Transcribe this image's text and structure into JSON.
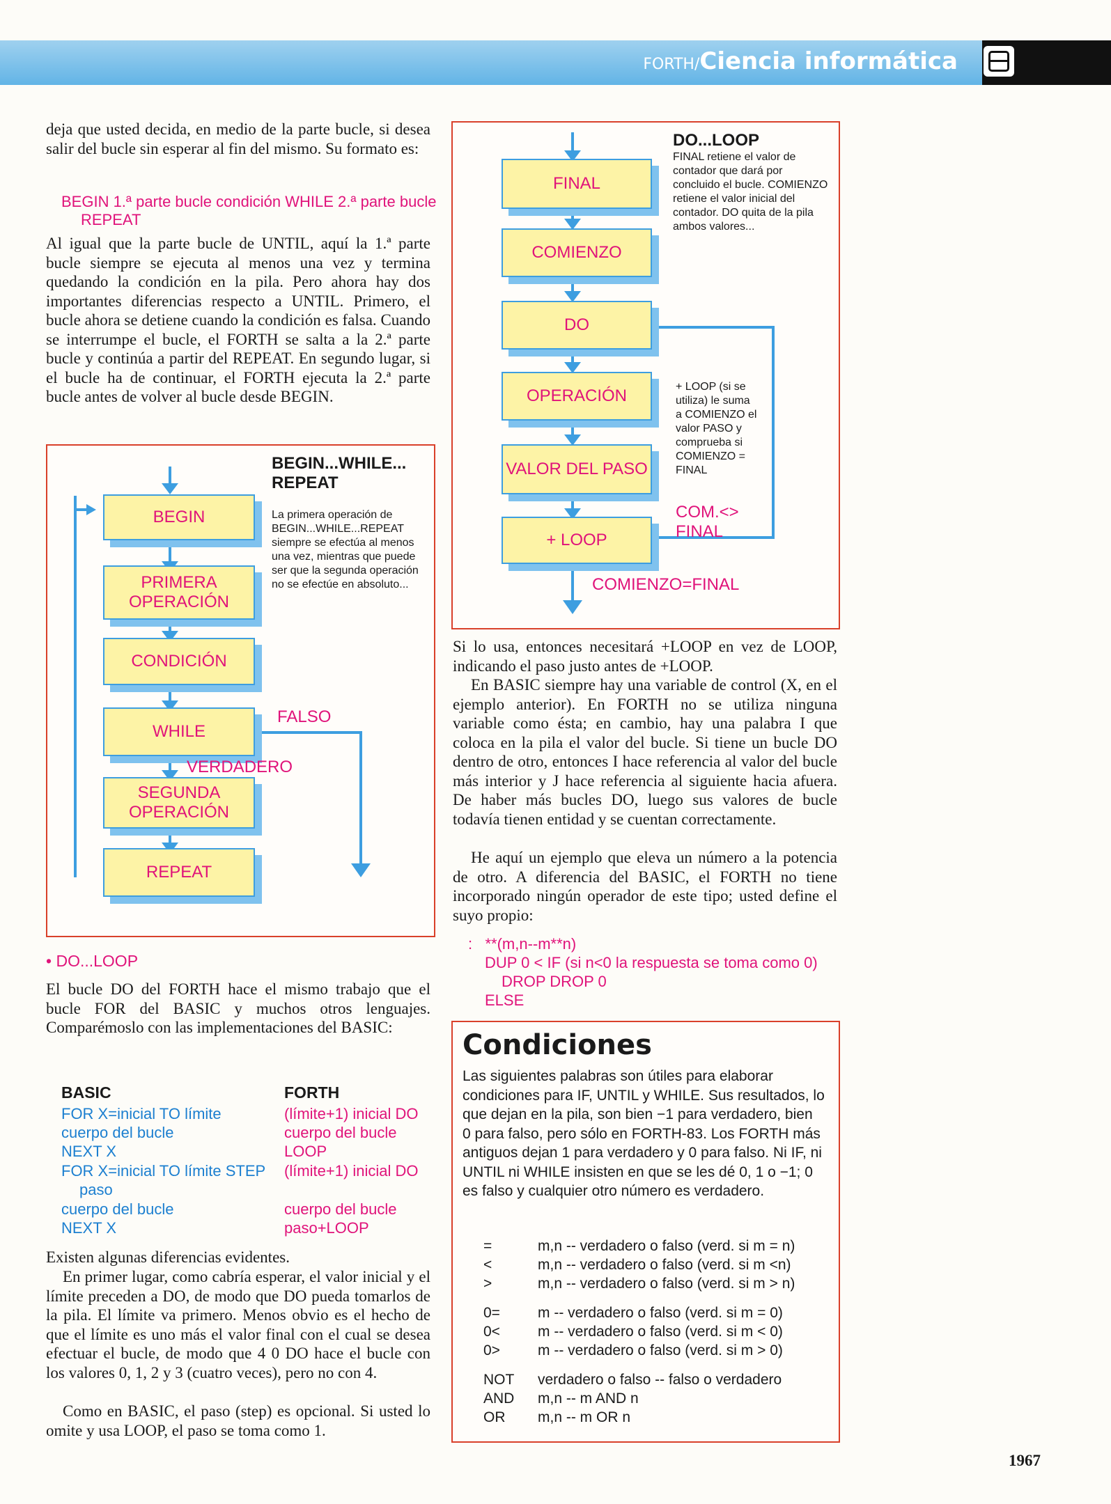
{
  "header": {
    "prefix": "FORTH/",
    "title": "Ciencia informática"
  },
  "left": {
    "intro_text": "deja que usted decida, en medio de la parte bucle, si desea salir del bucle sin esperar al fin del mismo. Su formato es:",
    "format_code": [
      "BEGIN 1.ª parte bucle condición WHILE 2.ª parte bucle",
      "REPEAT"
    ],
    "para_until": "Al igual que la parte bucle de UNTIL, aquí la 1.ª parte bucle siempre se ejecuta al menos una vez y termina quedando la condición en la pila. Pero ahora hay dos importantes diferencias respecto a UNTIL. Primero, el bucle ahora se detiene cuando la condición es falsa. Cuando se interrumpe el bucle, el FORTH se salta a la 2.ª parte bucle y continúa a partir del REPEAT. En segundo lugar, si el bucle ha de continuar, el FORTH ejecuta la 2.ª parte bucle antes de volver al bucle desde BEGIN.",
    "bullet": "DO...LOOP",
    "para_do": "El bucle DO del FORTH hace el mismo trabajo que el bucle FOR del BASIC y muchos otros lenguajes. Comparémoslo con las implementaciones del BASIC:",
    "table_headers": [
      "BASIC",
      "FORTH"
    ],
    "table_basic": [
      "FOR X=inicial TO límite",
      "cuerpo del bucle",
      "NEXT X",
      "FOR X=inicial TO límite STEP",
      "paso",
      "cuerpo del bucle",
      "NEXT X"
    ],
    "table_forth": [
      "(límite+1) inicial DO",
      "cuerpo del bucle",
      "LOOP",
      "(límite+1) inicial DO",
      "",
      "cuerpo del bucle",
      "paso+LOOP"
    ],
    "para_diff": "Existen algunas diferencias evidentes.",
    "para_first": "En primer lugar, como cabría esperar, el valor inicial y el límite preceden a DO, de modo que DO pueda tomarlos de la pila. El límite va primero. Menos obvio es el hecho de que el límite es uno más el valor final con el cual se desea efectuar el bucle, de modo que 4 0 DO hace el bucle con los valores 0, 1, 2 y 3 (cuatro veces), pero no con 4.",
    "para_step": "Como en BASIC, el paso (step) es opcional. Si usted lo omite y usa LOOP, el paso se toma como 1."
  },
  "diagram_begin": {
    "title": "BEGIN...WHILE... REPEAT",
    "note": "La primera operación de BEGIN...WHILE...REPEAT siempre se efectúa al menos una vez, mientras que puede ser que la segunda operación no se efectúe en absoluto...",
    "boxes": [
      "BEGIN",
      "PRIMERA OPERACIÓN",
      "CONDICIÓN",
      "WHILE",
      "SEGUNDA OPERACIÓN",
      "REPEAT"
    ],
    "label_false": "FALSO",
    "label_true": "VERDADERO"
  },
  "diagram_do": {
    "title": "DO...LOOP",
    "note": "FINAL retiene el valor de contador que dará por concluido el bucle. COMIENZO retiene el valor inicial del contador. DO quita de la pila ambos valores...",
    "boxes": [
      "FINAL",
      "COMIENZO",
      "DO",
      "OPERACIÓN",
      "VALOR DEL PASO",
      "+ LOOP"
    ],
    "note_loop": "+ LOOP (si se utiliza) le suma a COMIENZO el valor PASO y comprueba si COMIENZO = FINAL",
    "label_ne": "COM.<> FINAL",
    "label_eq": "COMIENZO=FINAL"
  },
  "right": {
    "para_loop": "Si lo usa, entonces necesitará +LOOP en vez de LOOP, indicando el paso justo antes de +LOOP.",
    "para_basic": "En BASIC siempre hay una variable de control (X, en el ejemplo anterior). En FORTH no se utiliza ninguna variable como ésta; en cambio, hay una palabra I que coloca en la pila el valor del bucle. Si tiene un bucle DO dentro de otro, entonces I hace referencia al valor del bucle más interior y J hace referencia al siguiente hacia afuera. De haber más bucles DO, luego sus valores de bucle todavía tienen entidad y se cuentan correctamente.",
    "para_example": "He aquí un ejemplo que eleva un número a la potencia de otro. A diferencia del BASIC, el FORTH no tiene incorporado ningún operador de este tipo; usted define el suyo propio:",
    "code": [
      ":   **(m,n--m**n)",
      "DUP 0 < IF (si n<0 la respuesta se toma como 0)",
      "DROP DROP 0",
      "ELSE"
    ]
  },
  "condiciones": {
    "title": "Condiciones",
    "intro": "Las siguientes palabras son útiles para elaborar condiciones para IF, UNTIL y WHILE. Sus resultados, lo que dejan en la pila, son bien −1 para verdadero, bien 0 para falso, pero sólo en FORTH-83. Los FORTH más antiguos dejan 1 para verdadero y 0 para falso. Ni IF, ni UNTIL ni WHILE insisten en que se les dé 0, 1 o −1; 0 es falso y cualquier otro número es verdadero.",
    "ops": [
      {
        "sym": "=",
        "desc": "m,n -- verdadero o falso (verd. si m = n)"
      },
      {
        "sym": "<",
        "desc": "m,n -- verdadero o falso (verd. si m <n)"
      },
      {
        "sym": ">",
        "desc": "m,n -- verdadero o falso (verd. si m > n)"
      },
      {
        "sym": "0=",
        "desc": "m -- verdadero o falso (verd. si m = 0)"
      },
      {
        "sym": "0<",
        "desc": "m -- verdadero o falso (verd. si m < 0)"
      },
      {
        "sym": "0>",
        "desc": "m -- verdadero o falso (verd. si m > 0)"
      },
      {
        "sym": "NOT",
        "desc": "verdadero o falso -- falso o verdadero"
      },
      {
        "sym": "AND",
        "desc": "m,n -- m AND n"
      },
      {
        "sym": "OR",
        "desc": "m,n -- m OR n"
      }
    ]
  },
  "page_number": "1967"
}
